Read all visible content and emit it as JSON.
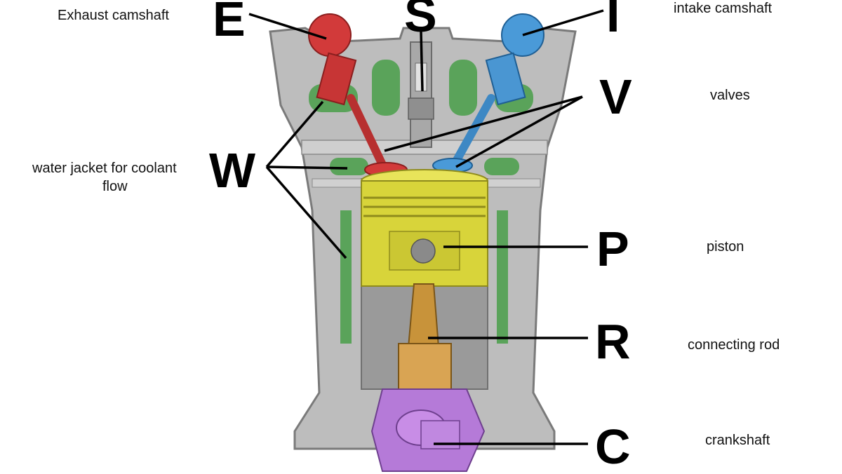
{
  "labels": {
    "exhaust_camshaft": {
      "letter": "E",
      "text": "Exhaust camshaft"
    },
    "spark_plug": {
      "letter": "S"
    },
    "intake_camshaft": {
      "letter": "I",
      "text": "intake camshaft"
    },
    "valves": {
      "letter": "V",
      "text": "valves"
    },
    "water_jacket": {
      "letter": "W",
      "text_line1": "water jacket for coolant",
      "text_line2": "flow"
    },
    "piston": {
      "letter": "P",
      "text": "piston"
    },
    "connecting_rod": {
      "letter": "R",
      "text": "connecting rod"
    },
    "crankshaft": {
      "letter": "C",
      "text": "crankshaft"
    }
  },
  "colors": {
    "block": "#b9b9b9",
    "block_dark": "#8a8a8a",
    "coolant": "#5aa35a",
    "exhaust_part": "#d23a3a",
    "intake_part": "#4a9ad8",
    "piston": "#d8d43a",
    "connecting_rod": "#c8933a",
    "crankshaft": "#b57ad8"
  }
}
